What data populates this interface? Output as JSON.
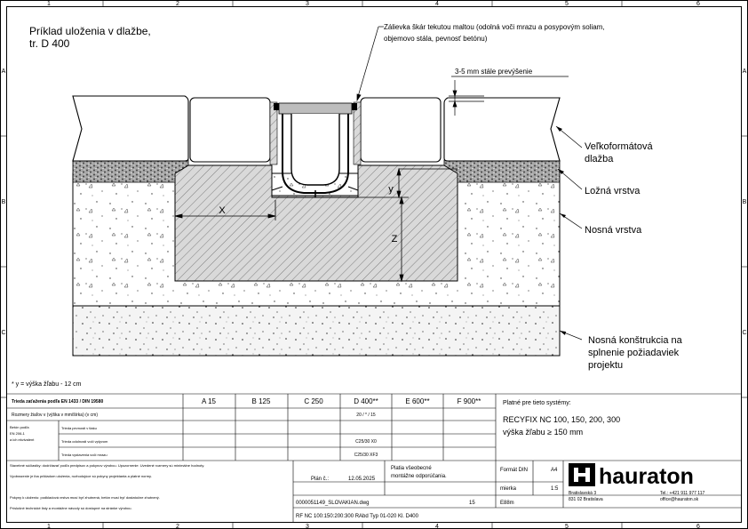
{
  "title": {
    "line1": "Príklad uloženia v dlažbe,",
    "line2": "tr. D 400"
  },
  "callouts": {
    "grout": {
      "line1": "Zálievka škár tekutou maltou (odolná voči mrazu a posypovým soliam,",
      "line2": "objemovo stála, pevnosť betónu)"
    },
    "overhang": "3-5 mm stále prevýšenie",
    "paving": {
      "line1": "Veľkoformátová",
      "line2": "dlažba"
    },
    "bedding": "Ložná vrstva",
    "base": "Nosná vrstva",
    "subbase": {
      "line1": "Nosná konštrukcia na",
      "line2": "splnenie požiadaviek",
      "line3": "projektu"
    }
  },
  "dimensions": {
    "x": "X",
    "y": "y",
    "z": "Z"
  },
  "footnote": "* y = výška žľabu - 12 cm",
  "grid": {
    "top": [
      "1",
      "2",
      "3",
      "4",
      "5",
      "6"
    ],
    "bottom": [
      "1",
      "2",
      "3",
      "4",
      "5",
      "6"
    ],
    "left": [
      "A",
      "B",
      "C"
    ],
    "right": [
      "A",
      "B",
      "C"
    ]
  },
  "table": {
    "header_label": "Trieda zaťaženia podľa EN 1433 / DIN 19580",
    "classes": [
      "A 15",
      "B 125",
      "C 250",
      "D 400**",
      "E 600**",
      "F 900**"
    ],
    "row_dims_label": "Rozmery žiaľov v (výška v mm/šírka) (v cm)",
    "row_dims_values": [
      "",
      "",
      "",
      "20 / * / 15",
      "",
      ""
    ],
    "left_block_label1": "Betón podľa",
    "left_block_label2": "EN 206-1",
    "left_block_label3": "a ich ekvivalent",
    "row_a_label": "Trieda pevnosti v tlaku",
    "row_b_label": "Trieda odolnosti voči vplyvom",
    "row_b_values": [
      "",
      "",
      "",
      "C25/30 X0",
      "",
      ""
    ],
    "row_c_label": "Trieda vystavenia voči mrazu",
    "row_c_values": [
      "",
      "",
      "",
      "C25/30 XF3",
      "",
      ""
    ],
    "valid_for_label": "Platné pre tieto systémy:",
    "systems_line1": "RECYFIX NC 100, 150, 200, 300",
    "systems_line2": "výška žľabu ≥ 150 mm",
    "notes": [
      "Stavebné súčiastky: dodržiavať podľa predpisov a pokynov výrobcu. Upozornenie: Uvedené rozmery sú minimálne hodnoty.",
      "Vyobrazenie je iba príkladom uloženia, rozhodujúce sú pokyny projektanta a platné normy.",
      "Pokyny k uloženiu: podkladová vrstva musí byť zhutnená, betón musí byť dostatočne zhutnený.",
      "Príslušné technické listy a montážne návody sú dostupné na stránke výrobcu."
    ],
    "plan_label": "Plán č.:",
    "date": "12.05.2025",
    "validity_note_line1": "Platia všeobecné",
    "validity_note_line2": "montážne odporúčania.",
    "format_label": "Formát DIN",
    "format_value": "A4",
    "scale_label": "mierka",
    "scale_value": "1:5",
    "filename": "0000051149_SLOVAKIAN.dwg",
    "sheet": "15",
    "code": "E88m",
    "reference": "RF NC 100:150:200:300 RAbd Typ 01-020 Kl. D400",
    "company": "hauraton",
    "address_line1": "Bratislavská 3",
    "address_line2": "831 02 Bratislava",
    "phone": "Tel.: +421 911 977 117",
    "email": "office@hauraton.sk"
  },
  "colors": {
    "ink": "#000000",
    "paper": "#ffffff",
    "concrete_fill": "#d6d6d6",
    "bedding_fill": "#b8b8b8",
    "grout_fill": "#bdbdbd"
  }
}
